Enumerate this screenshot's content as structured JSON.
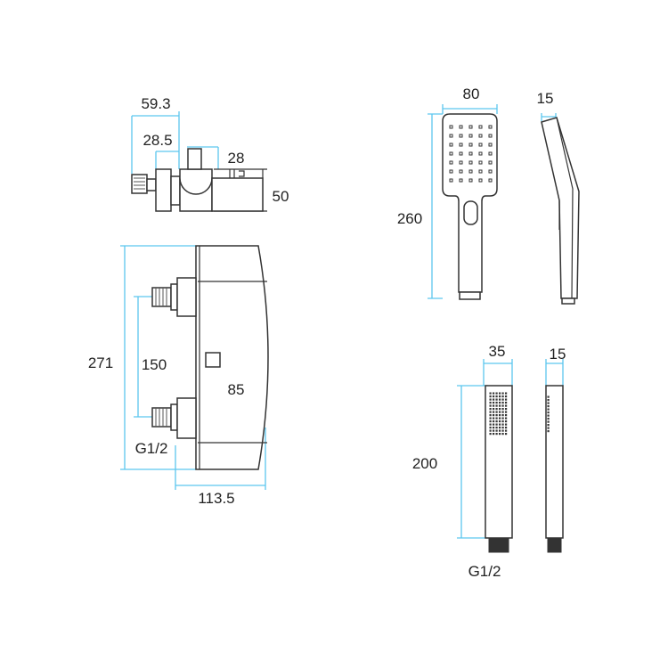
{
  "colors": {
    "dimension_line": "#5cc6ef",
    "outline": "#333333"
  },
  "valve_top_view": {
    "dims": {
      "overall_depth": "59.3",
      "flange_depth": "28.5",
      "knob_offset": "28",
      "height": "50"
    }
  },
  "valve_front_view": {
    "dims": {
      "height": "271",
      "inlet_spacing": "150",
      "width": "85",
      "total_width": "113.5",
      "inlet_thread": "G1/2"
    }
  },
  "hand_shower": {
    "dims": {
      "head_width": "80",
      "length": "260",
      "thickness": "15"
    }
  },
  "stick_shower": {
    "dims": {
      "width": "35",
      "thickness": "15",
      "length": "200",
      "thread": "G1/2"
    }
  }
}
